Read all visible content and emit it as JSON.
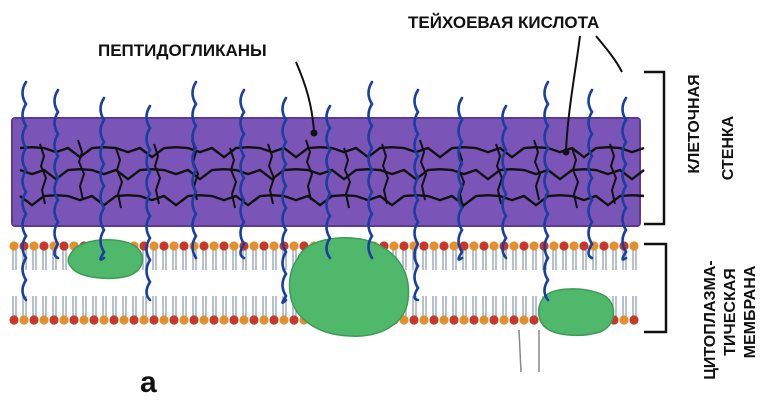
{
  "labels": {
    "peptidoglycans": "ПЕПТИДОГЛИКАНЫ",
    "teichoic_acid": "ТЕЙХОЕВАЯ КИСЛОТА",
    "cell_wall_line1": "КЛЕТОЧНАЯ",
    "cell_wall_line2": "СТЕНКА",
    "membrane_line1": "ЦИТОПЛАЗМА-",
    "membrane_line2": "ТИЧЕСКАЯ",
    "membrane_line3": "МЕМБРАНА",
    "panel_letter": "а"
  },
  "colors": {
    "cell_wall": "#7b54b8",
    "cell_wall_edge": "#5a3a92",
    "teichoic": "#1a3f9e",
    "crosslink": "#111111",
    "protein": "#4fb86b",
    "lipid_head_orange": "#e0902c",
    "lipid_head_red": "#c8382a",
    "lipid_tail": "#9aa7b8"
  }
}
